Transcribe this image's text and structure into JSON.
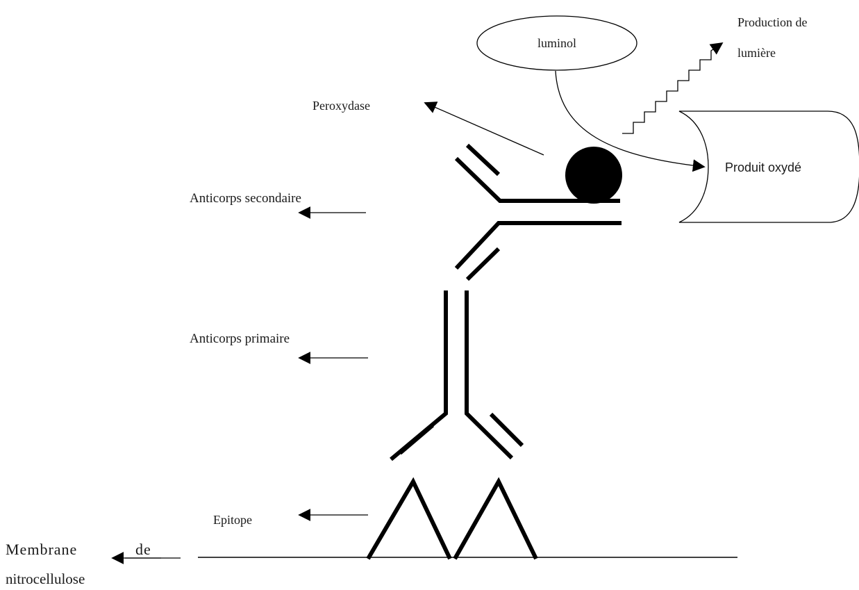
{
  "labels": {
    "luminol": "luminol",
    "production_line1": "Production de",
    "production_line2": "lumière",
    "peroxydase": "Peroxydase",
    "produit_oxyde": "Produit oxydé",
    "anticorps_secondaire": "Anticorps secondaire",
    "anticorps_primaire": "Anticorps primaire",
    "epitope": "Epitope",
    "membrane_line1_a": "Membrane",
    "membrane_line1_b": "de",
    "membrane_line2": "nitrocellulose"
  },
  "colors": {
    "ink": "#000000",
    "text": "#1a1a1a",
    "background": "#ffffff",
    "peroxidase_fill": "#000000"
  }
}
